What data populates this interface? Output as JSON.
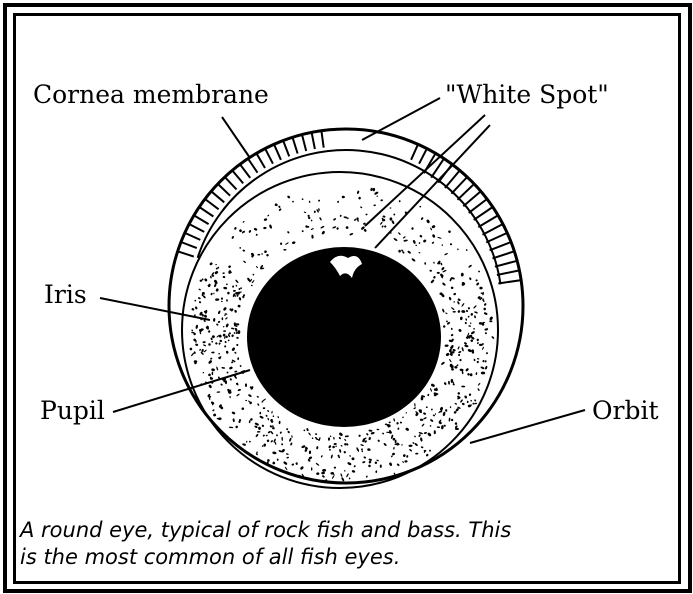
{
  "labels": {
    "cornea": "Cornea membrane",
    "white_spot": "\"White Spot\"",
    "iris": "Iris",
    "pupil": "Pupil",
    "orbit": "Orbit"
  },
  "caption": {
    "line1": "A round eye, typical of rock fish and bass.  This",
    "line2": "is the most common of all fish eyes."
  },
  "colors": {
    "ink": "#000000",
    "paper": "#ffffff"
  }
}
